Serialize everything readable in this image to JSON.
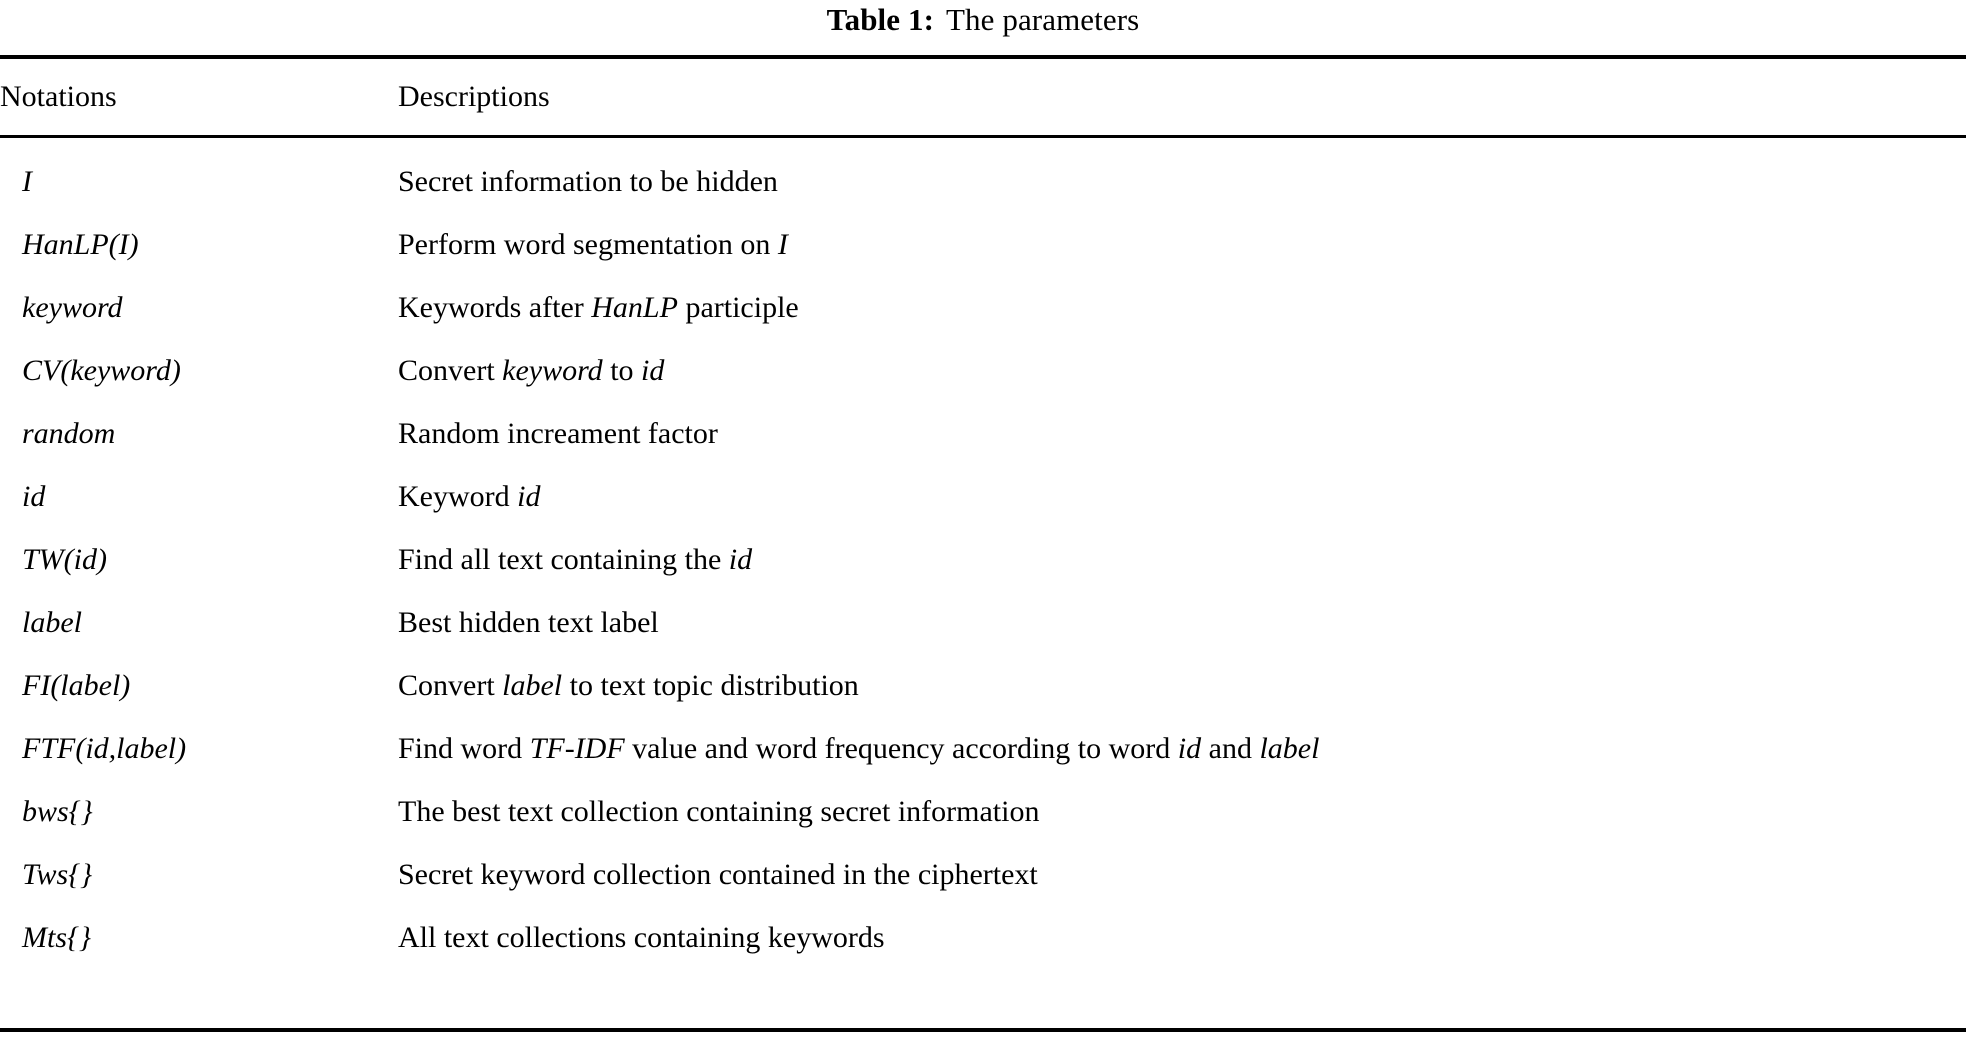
{
  "caption": {
    "label": "Table 1:",
    "text": "The parameters"
  },
  "table": {
    "columns": [
      "Notations",
      "Descriptions"
    ],
    "rows": [
      {
        "notation": "I",
        "description": "Secret information to be hidden",
        "description_parts": [
          {
            "t": "Secret information to be hidden",
            "i": false
          }
        ]
      },
      {
        "notation": "HanLP(I)",
        "description": "Perform word segmentation on I",
        "description_parts": [
          {
            "t": "Perform word segmentation on ",
            "i": false
          },
          {
            "t": "I",
            "i": true
          }
        ]
      },
      {
        "notation": "keyword",
        "description": "Keywords after HanLP participle",
        "description_parts": [
          {
            "t": "Keywords after ",
            "i": false
          },
          {
            "t": "HanLP",
            "i": true
          },
          {
            "t": " participle",
            "i": false
          }
        ]
      },
      {
        "notation": "CV(keyword)",
        "description": "Convert keyword to id",
        "description_parts": [
          {
            "t": "Convert ",
            "i": false
          },
          {
            "t": "keyword",
            "i": true
          },
          {
            "t": " to ",
            "i": false
          },
          {
            "t": "id",
            "i": true
          }
        ]
      },
      {
        "notation": "random",
        "description": "Random increament factor",
        "description_parts": [
          {
            "t": "Random increament factor",
            "i": false
          }
        ]
      },
      {
        "notation": "id",
        "description": "Keyword id",
        "description_parts": [
          {
            "t": "Keyword ",
            "i": false
          },
          {
            "t": "id",
            "i": true
          }
        ]
      },
      {
        "notation": "TW(id)",
        "description": "Find all text containing the id",
        "description_parts": [
          {
            "t": "Find all text containing the ",
            "i": false
          },
          {
            "t": "id",
            "i": true
          }
        ]
      },
      {
        "notation": "label",
        "description": "Best hidden text label",
        "description_parts": [
          {
            "t": "Best hidden text label",
            "i": false
          }
        ]
      },
      {
        "notation": "FI(label)",
        "description": "Convert label to text topic distribution",
        "description_parts": [
          {
            "t": "Convert ",
            "i": false
          },
          {
            "t": "label",
            "i": true
          },
          {
            "t": " to text topic distribution",
            "i": false
          }
        ]
      },
      {
        "notation": "FTF(id,label)",
        "description": "Find word TF-IDF value and word frequency according to word id and label",
        "description_parts": [
          {
            "t": "Find word ",
            "i": false
          },
          {
            "t": "TF-IDF",
            "i": true
          },
          {
            "t": " value and word frequency according to word ",
            "i": false
          },
          {
            "t": "id",
            "i": true
          },
          {
            "t": " and ",
            "i": false
          },
          {
            "t": "label",
            "i": true
          }
        ]
      },
      {
        "notation": "bws{}",
        "description": "The best text collection containing secret information",
        "description_parts": [
          {
            "t": "The best text collection containing secret information",
            "i": false
          }
        ]
      },
      {
        "notation": "Tws{}",
        "description": "Secret keyword collection contained in the ciphertext",
        "description_parts": [
          {
            "t": "Secret keyword collection contained in the ciphertext",
            "i": false
          }
        ]
      },
      {
        "notation": "Mts{}",
        "description": "All text collections containing keywords",
        "description_parts": [
          {
            "t": "All text collections containing keywords",
            "i": false
          }
        ]
      }
    ]
  }
}
